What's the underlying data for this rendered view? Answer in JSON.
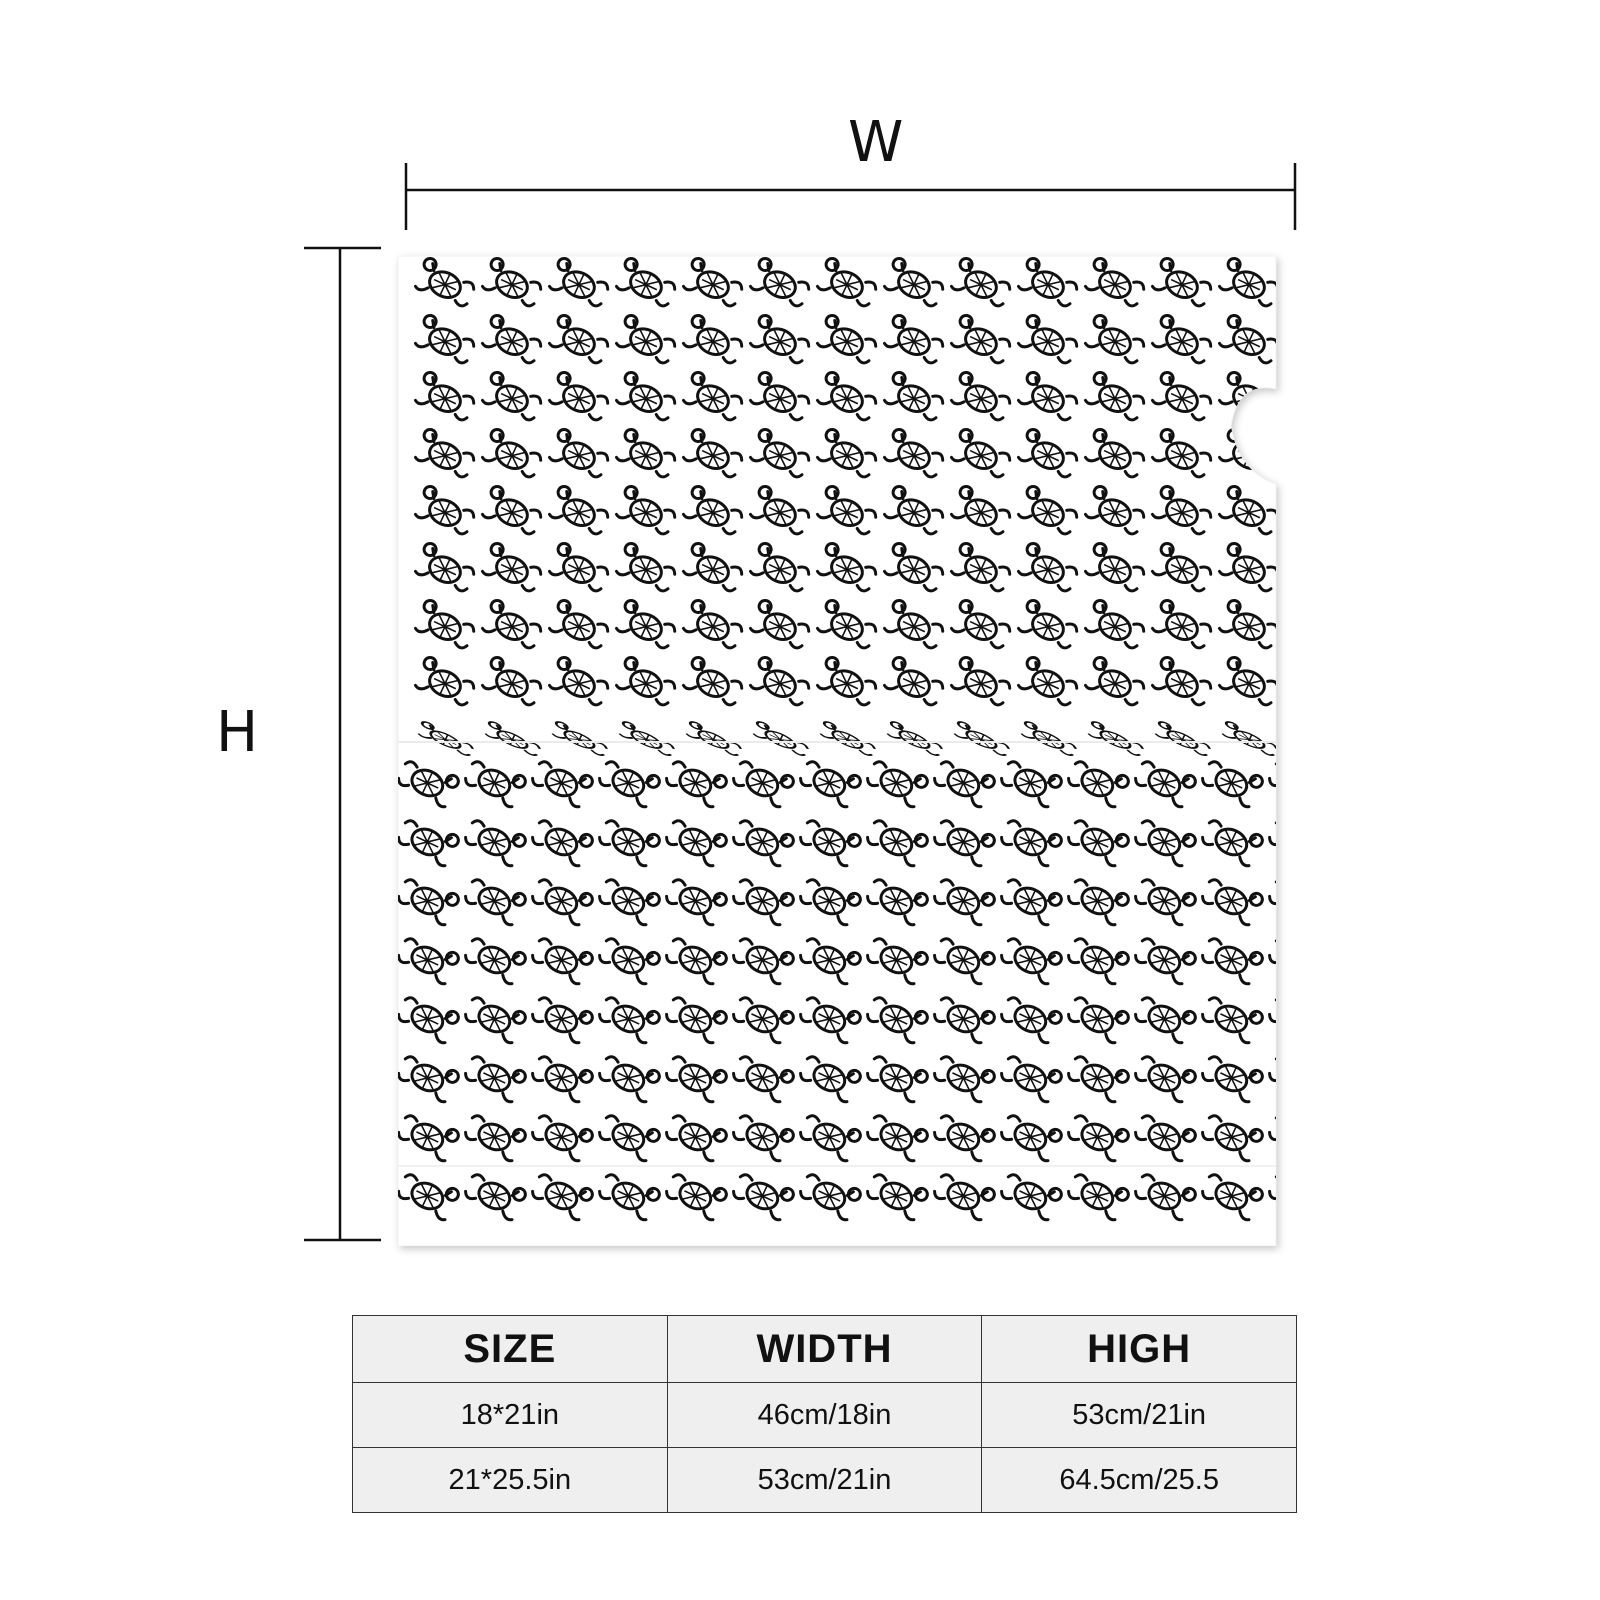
{
  "dimensions": {
    "width_label": "W",
    "height_label": "H"
  },
  "product": {
    "pattern_icon": "turtle-icon",
    "pattern_color": "#111111",
    "background_color": "#ffffff"
  },
  "size_table": {
    "headers": [
      "SIZE",
      "WIDTH",
      "HIGH"
    ],
    "rows": [
      [
        "18*21in",
        "46cm/18in",
        "53cm/21in"
      ],
      [
        "21*25.5in",
        "53cm/21in",
        "64.5cm/25.5"
      ]
    ]
  }
}
